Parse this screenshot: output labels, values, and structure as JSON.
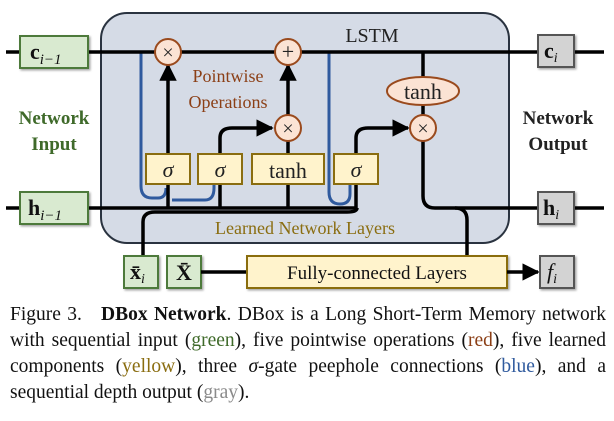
{
  "diagram": {
    "lstm_label": "LSTM",
    "pointwise_label_line1": "Pointwise",
    "pointwise_label_line2": "Operations",
    "learned_label": "Learned Network Layers",
    "network_input_line1": "Network",
    "network_input_line2": "Input",
    "network_output_line1": "Network",
    "network_output_line2": "Output",
    "inputs": {
      "c_prev": {
        "main": "c",
        "sub": "i−1"
      },
      "h_prev": {
        "main": "h",
        "sub": "i−1"
      },
      "x_i": {
        "main": "x̄",
        "sub": "i"
      },
      "X_bar": {
        "main": "X̄"
      }
    },
    "outputs": {
      "c_i": {
        "main": "c",
        "sub": "i"
      },
      "h_i": {
        "main": "h",
        "sub": "i"
      },
      "f_i": {
        "main": "f",
        "sub": "i"
      }
    },
    "ops": {
      "forget_mult": "×",
      "cell_add": "+",
      "input_mult": "×",
      "output_mult": "×",
      "cell_tanh": "tanh"
    },
    "layers": {
      "forget_gate": "σ",
      "input_gate": "σ",
      "candidate": "tanh",
      "output_gate": "σ",
      "fc": "Fully-connected Layers"
    },
    "colors": {
      "lstm_box": "#d5dbe6",
      "lstm_border": "#2a3340",
      "input_fill": "#d9ead0",
      "input_border": "#4e7a3a",
      "output_fill": "#d3d3d3",
      "output_border": "#555555",
      "op_fill": "#fbe3d4",
      "op_border": "#9a4a1d",
      "layer_fill": "#fff3cc",
      "layer_border": "#8a6d10",
      "peephole": "#2f5a9e",
      "label_green": "#3f6a2a",
      "label_red": "#8b3f16",
      "label_yellow": "#8a6d10"
    }
  },
  "caption": {
    "figure": "Figure 3.",
    "title": "DBox Network",
    "text1": ". DBox is a Long Short-Term Memory network with sequential input (",
    "green": "green",
    "text2": "), five pointwise operations (",
    "red": "red",
    "text3": "), five learned components (",
    "yellow": "yellow",
    "text4": "), three ",
    "sigma": "σ",
    "text5": "-gate peephole connections (",
    "blue": "blue",
    "text6": "), and a sequential depth output (",
    "gray": "gray",
    "text7": ")."
  }
}
